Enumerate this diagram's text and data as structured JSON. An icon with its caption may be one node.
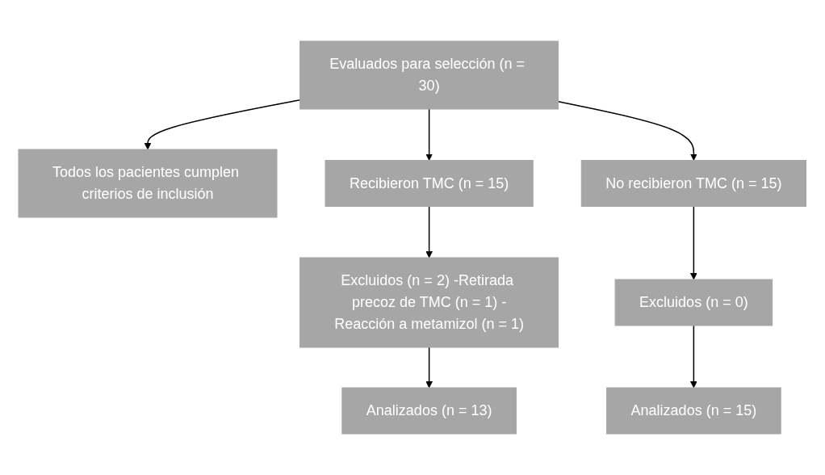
{
  "diagram": {
    "nodes": [
      {
        "text": [
          "Evaluados para selección (n = 30)"
        ]
      },
      {
        "text": [
          "Todos los pacientes cumplen criterios de inclusión"
        ]
      },
      {
        "text": [
          "Recibieron TMC (n = 15)"
        ]
      },
      {
        "text": [
          "No recibieron TMC (n = 15)"
        ]
      },
      {
        "text": [
          "Excluidos (n = 2) -Retirada precoz de TMC (n = 1) -Reacción a metamizol (n = 1)"
        ]
      },
      {
        "text": [
          "Excluidos (n = 0)"
        ]
      },
      {
        "text": [
          "Analizados (n = 13)"
        ]
      },
      {
        "text": [
          "Analizados (n = 15)"
        ]
      }
    ],
    "edges": [
      {
        "from": 0,
        "to": 1,
        "arrow": "to"
      },
      {
        "from": 0,
        "to": 2,
        "arrow": "to"
      },
      {
        "from": 0,
        "to": 3,
        "arrow": "to"
      },
      {
        "from": 2,
        "to": 4,
        "arrow": "to"
      },
      {
        "from": 4,
        "to": 6,
        "arrow": "to"
      },
      {
        "from": 3,
        "to": 5,
        "arrow": "to"
      },
      {
        "from": 5,
        "to": 7,
        "arrow": "to"
      }
    ]
  }
}
